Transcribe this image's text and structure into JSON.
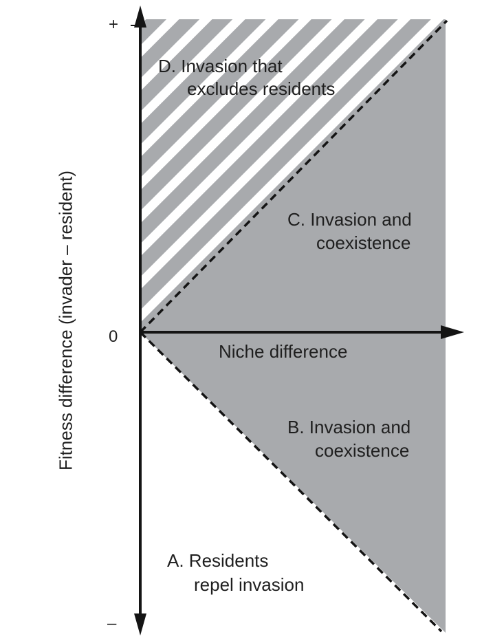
{
  "axes": {
    "y_label": "Fitness difference (invader – resident)",
    "x_label": "Niche difference",
    "tick_plus": "+",
    "tick_zero": "0",
    "tick_minus": "–"
  },
  "regions": {
    "a": {
      "line1": "A. Residents",
      "line2": "repel invasion"
    },
    "b": {
      "line1": "B. Invasion and",
      "line2": "coexistence"
    },
    "c": {
      "line1": "C. Invasion and",
      "line2": "coexistence"
    },
    "d": {
      "line1": "D. Invasion that",
      "line2": "excludes residents"
    }
  },
  "colors": {
    "region_fill": "#a8aaad",
    "axis": "#141414",
    "boundary": "#141414"
  }
}
